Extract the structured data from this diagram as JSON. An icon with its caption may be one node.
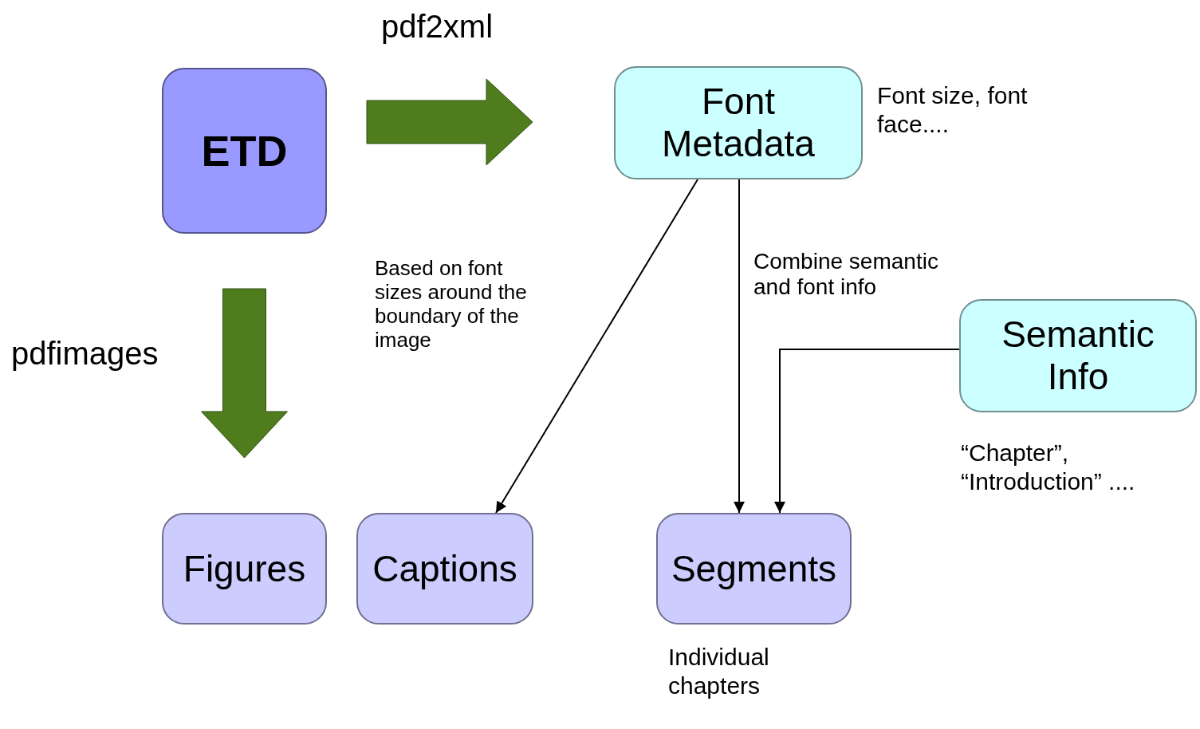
{
  "diagram": {
    "nodes": [
      {
        "text": [
          "ETD"
        ]
      },
      {
        "text": [
          "Font Metadata"
        ],
        "beside": [
          "Font size, font face...."
        ]
      },
      {
        "text": [
          "Semantic Info"
        ],
        "beside": [
          "“Chapter”, “Introduction” ...."
        ]
      },
      {
        "text": [
          "Figures"
        ]
      },
      {
        "text": [
          "Captions"
        ]
      },
      {
        "text": [
          "Segments"
        ],
        "beside": [
          "Individual chapters"
        ]
      }
    ],
    "edges": [
      {
        "from": 0,
        "to": 1,
        "arrow": "to",
        "label": "pdf2xml",
        "style": "thick",
        "color": "#4f7d1e"
      },
      {
        "from": 0,
        "to": 3,
        "arrow": "to",
        "label": "pdfimages",
        "style": "thick",
        "color": "#4f7d1e"
      },
      {
        "from": 1,
        "to": 4,
        "arrow": "to",
        "label": "Based on font sizes around the boundary of the image"
      },
      {
        "from": 1,
        "to": 5,
        "arrow": "to",
        "label": "Combine semantic and font info"
      },
      {
        "from": 2,
        "to": 5,
        "arrow": "to"
      }
    ]
  }
}
